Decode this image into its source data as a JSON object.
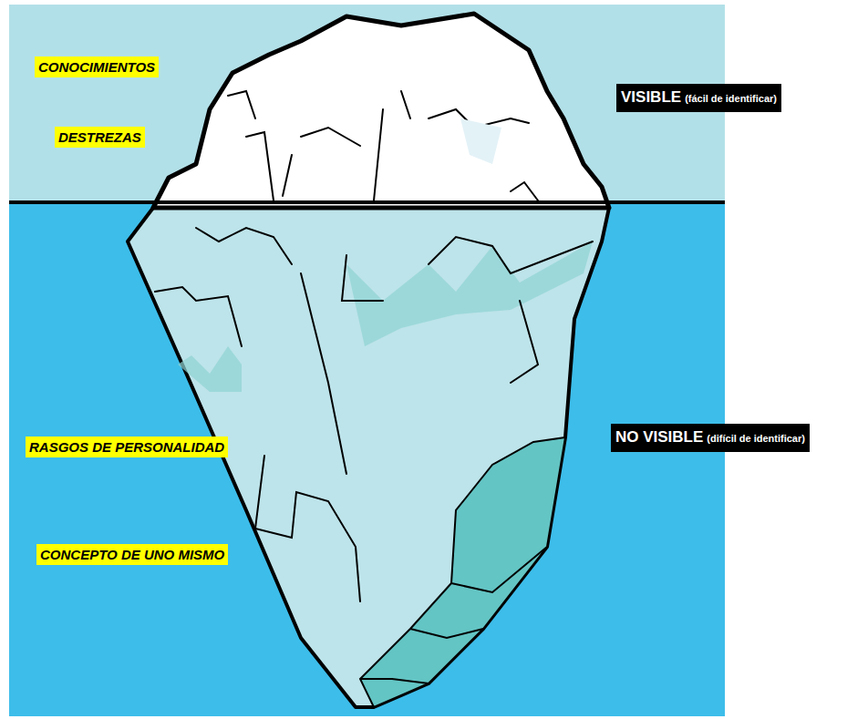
{
  "diagram": {
    "nodes": [
      {
        "text": [
          "CONOCIMIENTOS"
        ]
      },
      {
        "text": [
          "VISIBLE",
          "(fácil de identificar)"
        ]
      },
      {
        "text": [
          "DESTREZAS"
        ]
      },
      {
        "text": [
          "NO VISIBLE",
          "(difícil de identificar)"
        ]
      },
      {
        "text": [
          "RASGOS DE PERSONALIDAD"
        ]
      },
      {
        "text": [
          "CONCEPTO DE UNO MISMO"
        ]
      }
    ]
  }
}
